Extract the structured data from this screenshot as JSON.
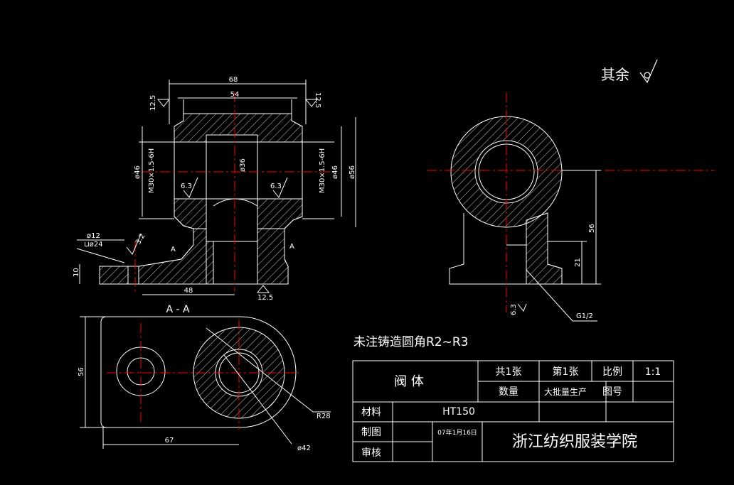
{
  "roughness_note": "其余",
  "general_note": "未注铸造圆角R2~R3",
  "section_label": "A - A",
  "section_marks": [
    "A",
    "A"
  ],
  "front_view_dims": {
    "width_outer": "68",
    "width_inner": "54",
    "dia_left": "ø46",
    "thread_left": "M30×1.5-6H",
    "dia_center": "ø36",
    "thread_right": "M30×1.5-6H",
    "dia_right": "ø46",
    "dia_far_right": "ø56",
    "rough_top_left": "12.5",
    "rough_top_right": "12.5",
    "rough_mid_left": "6.3",
    "rough_mid_right": "6.3",
    "hole_small": "ø12",
    "hole_counterbore": "⊔ø24",
    "rough_hole": "3.2",
    "base_height": "10",
    "base_length": "48",
    "rough_bottom": "12.5"
  },
  "side_view_dims": {
    "height_56": "56",
    "height_21": "21",
    "rough_side": "6.3",
    "pipe_thread": "G1/2"
  },
  "bottom_view_dims": {
    "height": "56",
    "length": "67",
    "radius": "R28",
    "dia": "ø42"
  },
  "title_block": {
    "part_name": "阀  体",
    "sheets_total": "共1张",
    "sheet_no": "第1张",
    "scale_label": "比例",
    "scale_value": "1:1",
    "qty_label": "数量",
    "qty_value": "大批量生产",
    "drawing_no_label": "图号",
    "material_label": "材料",
    "material_value": "HT150",
    "drawn_label": "制图",
    "drawn_date": "07年1月16日",
    "check_label": "审核",
    "school": "浙江纺织服装学院"
  },
  "colors": {
    "line": "#ffffff",
    "center": "#ff0000",
    "background": "#000000"
  }
}
